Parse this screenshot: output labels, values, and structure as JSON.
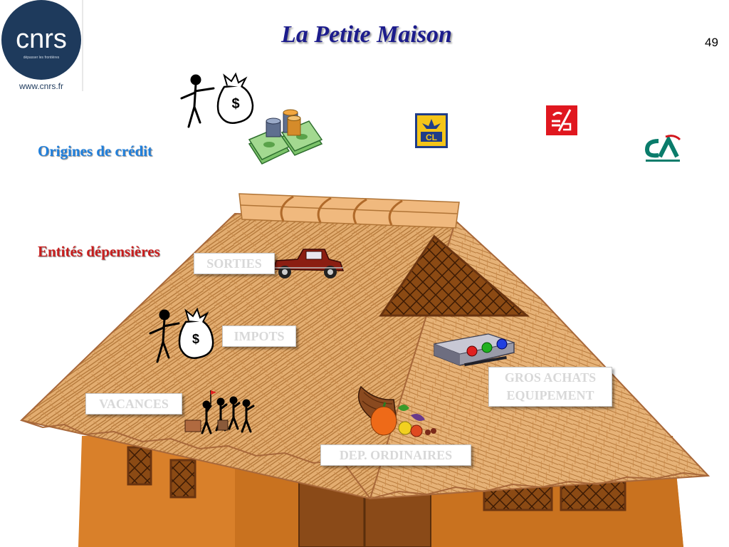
{
  "slide": {
    "title": "La Petite Maison",
    "page_number": "49"
  },
  "logo": {
    "url_text": "www.cnrs.fr"
  },
  "sections": {
    "origins": "Origines de crédit",
    "entities": "Entités dépensières"
  },
  "roof_labels": {
    "sorties": "SORTIES",
    "impots": "IMPOTS",
    "vacances": "VACANCES",
    "gros_achats": "GROS ACHATS\nEQUIPEMENT",
    "dep_ordinaires": "DEP. ORDINAIRES"
  },
  "colors": {
    "title": "#1c1c8c",
    "origins": "#1f7fdc",
    "entities": "#c81f1f",
    "thatch": "#e3ad70",
    "walls": "#d9802a",
    "cnrs_navy": "#1e3a5c"
  },
  "icons": [
    "cnrs-logo",
    "money-man-icon",
    "cash-coins-icon",
    "cl-bank-logo",
    "caisse-epargne-logo",
    "credit-agricole-logo",
    "car-icon",
    "people-vacation-icon",
    "projector-icon",
    "cornucopia-icon"
  ]
}
